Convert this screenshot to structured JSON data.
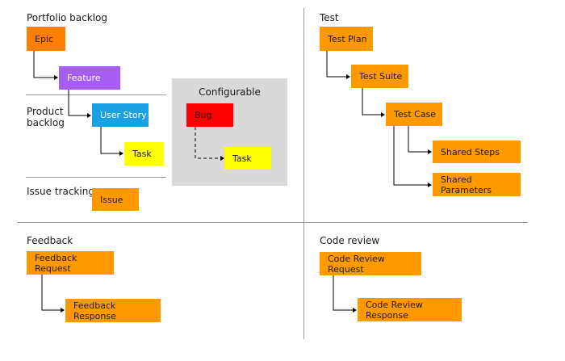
{
  "sections": {
    "portfolio_backlog": "Portfolio backlog",
    "product_backlog": "Product\nbacklog",
    "issue_tracking": "Issue tracking",
    "configurable": "Configurable",
    "test": "Test",
    "feedback": "Feedback",
    "code_review": "Code review"
  },
  "items": {
    "epic": "Epic",
    "feature": "Feature",
    "user_story": "User Story",
    "task": "Task",
    "bug": "Bug",
    "bug_task": "Task",
    "issue": "Issue",
    "test_plan": "Test Plan",
    "test_suite": "Test Suite",
    "test_case": "Test Case",
    "shared_steps": "Shared Steps",
    "shared_parameters": "Shared Parameters",
    "feedback_request": "Feedback Request",
    "feedback_response": "Feedback Response",
    "code_review_request": "Code Review Request",
    "code_review_response": "Code Review Response"
  },
  "colors": {
    "epic": "#ff7f00",
    "feature": "#a65ef2",
    "user_story": "#1ba1e2",
    "task": "#ffff00",
    "bug": "#ff0000",
    "orange": "#ff9900",
    "panel": "#d9d9d9",
    "divider": "#9a9a9a"
  }
}
